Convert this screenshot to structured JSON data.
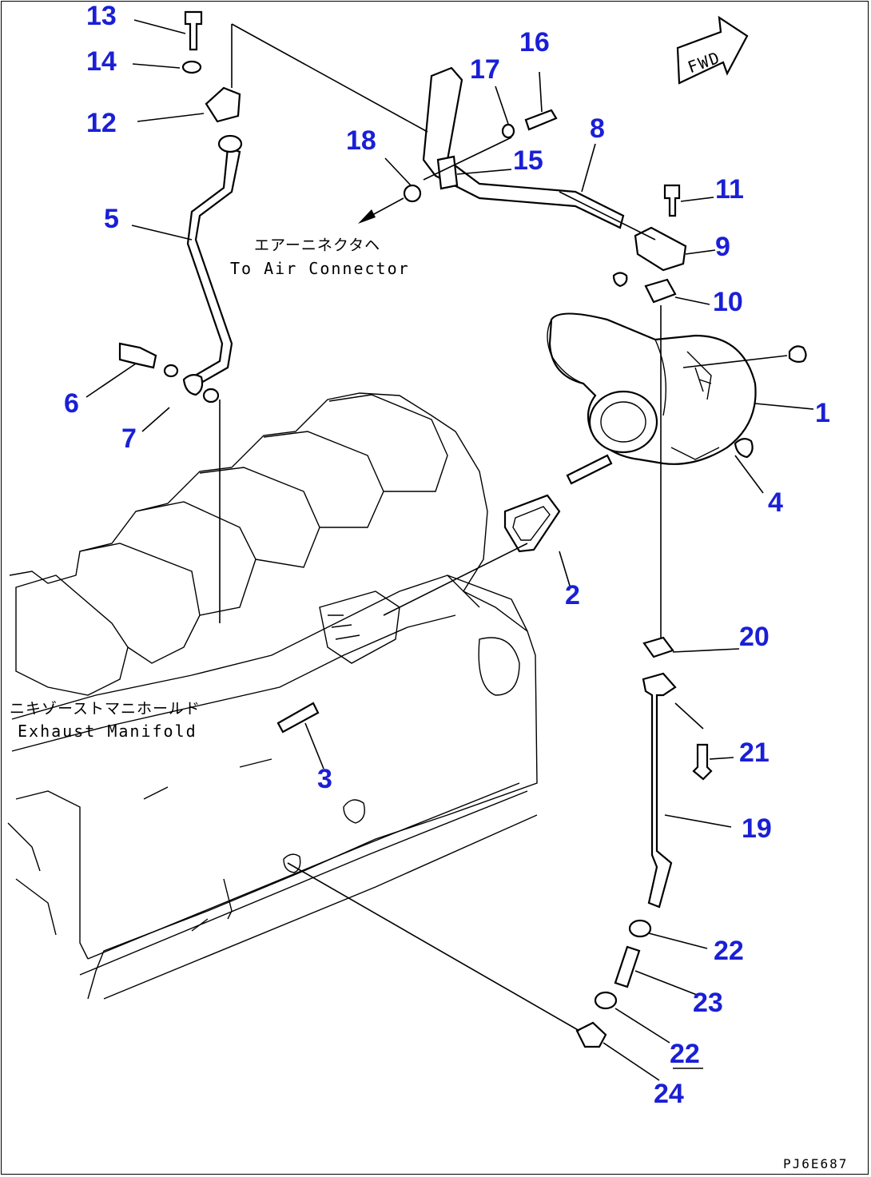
{
  "callouts": [
    {
      "n": "1",
      "text": "1"
    },
    {
      "n": "2",
      "text": "2"
    },
    {
      "n": "3",
      "text": "3"
    },
    {
      "n": "4",
      "text": "4"
    },
    {
      "n": "5",
      "text": "5"
    },
    {
      "n": "6",
      "text": "6"
    },
    {
      "n": "7",
      "text": "7"
    },
    {
      "n": "8",
      "text": "8"
    },
    {
      "n": "9",
      "text": "9"
    },
    {
      "n": "10",
      "text": "10"
    },
    {
      "n": "11",
      "text": "11"
    },
    {
      "n": "12",
      "text": "12"
    },
    {
      "n": "13",
      "text": "13"
    },
    {
      "n": "14",
      "text": "14"
    },
    {
      "n": "15",
      "text": "15"
    },
    {
      "n": "16",
      "text": "16"
    },
    {
      "n": "17",
      "text": "17"
    },
    {
      "n": "18",
      "text": "18"
    },
    {
      "n": "19",
      "text": "19"
    },
    {
      "n": "20",
      "text": "20"
    },
    {
      "n": "21",
      "text": "21"
    },
    {
      "n": "22a",
      "text": "22"
    },
    {
      "n": "22b",
      "text": "22"
    },
    {
      "n": "23",
      "text": "23"
    },
    {
      "n": "24",
      "text": "24"
    }
  ],
  "labels": {
    "air_connector_jp": "エアーニネクタヘ",
    "air_connector_en": "To Air Connector",
    "exhaust_manifold_jp": "ニキゾーストマニホールド",
    "exhaust_manifold_en": "Exhaust Manifold",
    "fwd": "FWD",
    "drawing_code": "PJ6E687"
  }
}
